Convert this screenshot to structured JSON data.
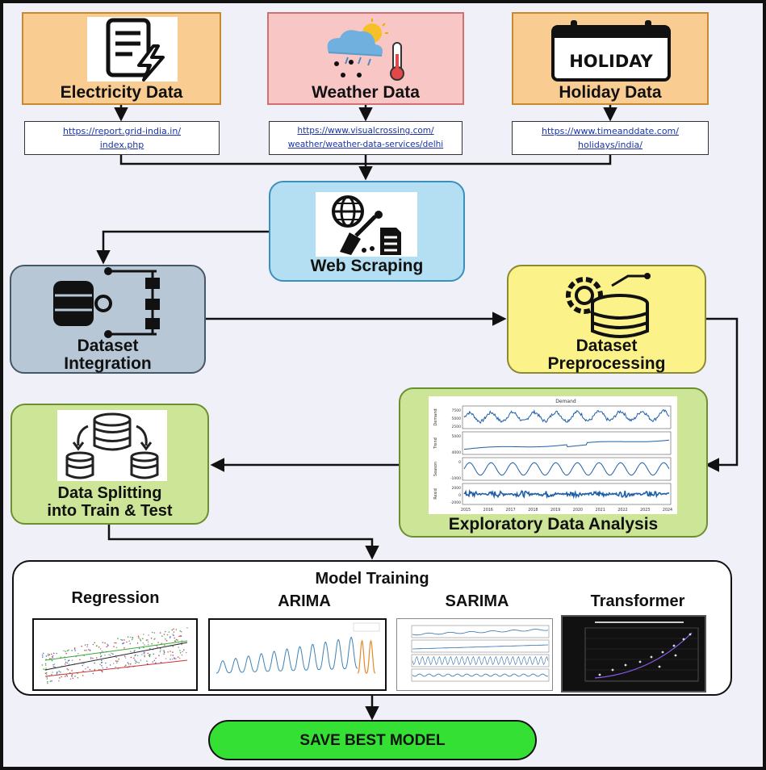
{
  "sources": {
    "electricity": {
      "label": "Electricity Data",
      "url_line1": "https://report.grid-india.in/",
      "url_line2": "index.php",
      "icon": "document-lightning-icon"
    },
    "weather": {
      "label": "Weather Data",
      "url_line1": "https://www.visualcrossing.com/",
      "url_line2": "weather/weather-data-services/delhi",
      "icon": "weather-cloud-thermometer-icon"
    },
    "holiday": {
      "label": "Holiday Data",
      "url_line1": "https://www.timeanddate.com/",
      "url_line2": "holidays/india/",
      "icon": "calendar-icon",
      "calendar_text": "HOLIDAY"
    }
  },
  "steps": {
    "scraping": {
      "label": "Web Scraping",
      "icon": "web-scraping-icon"
    },
    "integration": {
      "line1": "Dataset",
      "line2": "Integration",
      "icon": "database-integration-icon"
    },
    "preprocessing": {
      "line1": "Dataset",
      "line2": "Preprocessing",
      "icon": "gear-database-icon"
    },
    "eda": {
      "label": "Exploratory Data Analysis",
      "chart_title": "Demand",
      "y_labels": [
        "Demand",
        "Trend",
        "Season",
        "Resid"
      ],
      "years": [
        "2015",
        "2016",
        "2017",
        "2018",
        "2019",
        "2020",
        "2021",
        "2022",
        "2023",
        "2024"
      ],
      "ticks": {
        "demand": [
          "7500",
          "5000",
          "2500"
        ],
        "trend": [
          "5000",
          "4000"
        ],
        "season": [
          "0",
          "-1000"
        ],
        "resid": [
          "2000",
          "0",
          "-2000"
        ]
      }
    },
    "splitting": {
      "line1": "Data Splitting",
      "line2": "into Train & Test",
      "icon": "database-split-icon"
    }
  },
  "training": {
    "title": "Model Training",
    "models": [
      {
        "name": "Regression"
      },
      {
        "name": "ARIMA"
      },
      {
        "name": "SARIMA"
      },
      {
        "name": "Transformer"
      }
    ]
  },
  "final": {
    "label": "SAVE BEST MODEL"
  },
  "colors": {
    "source_fill": "#f9cd92",
    "source_border": "#c98a2e",
    "weather_fill": "#f9c6c6",
    "weather_border": "#d07070",
    "scraping_fill": "#b4dff2",
    "scraping_border": "#3a8fbf",
    "integration_fill": "#b7c7d6",
    "integration_border": "#455868",
    "preprocessing_fill": "#fbf38a",
    "preprocessing_border": "#8c8a30",
    "green_fill": "#cce597",
    "green_border": "#6c9030",
    "final_fill": "#33e033"
  }
}
